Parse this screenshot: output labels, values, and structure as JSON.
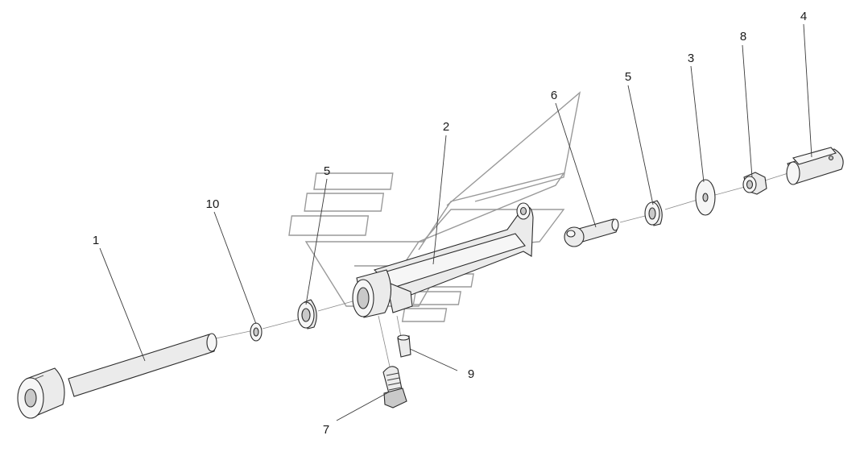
{
  "labels": {
    "p1": "1",
    "p2": "2",
    "p3": "3",
    "p4": "4",
    "p5a": "5",
    "p5b": "5",
    "p6": "6",
    "p7": "7",
    "p8": "8",
    "p9": "9",
    "p10": "10"
  },
  "colors": {
    "line": "#2b2b2b",
    "fill": "#ebebeb",
    "watermark": "#9a9a9a"
  }
}
